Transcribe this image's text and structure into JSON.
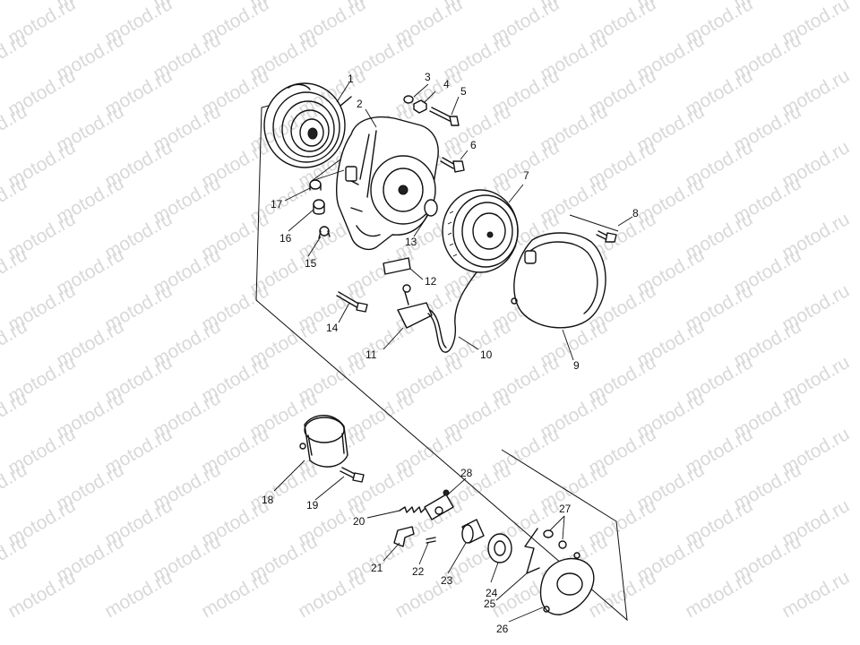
{
  "watermark": {
    "text": "motod.ru"
  },
  "parts": [
    {
      "id": "1",
      "label": "1"
    },
    {
      "id": "2",
      "label": "2"
    },
    {
      "id": "3",
      "label": "3"
    },
    {
      "id": "4",
      "label": "4"
    },
    {
      "id": "5",
      "label": "5"
    },
    {
      "id": "6",
      "label": "6"
    },
    {
      "id": "7",
      "label": "7"
    },
    {
      "id": "8",
      "label": "8"
    },
    {
      "id": "9",
      "label": "9"
    },
    {
      "id": "10",
      "label": "10"
    },
    {
      "id": "11",
      "label": "11"
    },
    {
      "id": "12",
      "label": "12"
    },
    {
      "id": "13",
      "label": "13"
    },
    {
      "id": "14",
      "label": "14"
    },
    {
      "id": "15",
      "label": "15"
    },
    {
      "id": "16",
      "label": "16"
    },
    {
      "id": "17",
      "label": "17"
    },
    {
      "id": "18",
      "label": "18"
    },
    {
      "id": "19",
      "label": "19"
    },
    {
      "id": "20",
      "label": "20"
    },
    {
      "id": "21",
      "label": "21"
    },
    {
      "id": "22",
      "label": "22"
    },
    {
      "id": "23",
      "label": "23"
    },
    {
      "id": "24",
      "label": "24"
    },
    {
      "id": "25",
      "label": "25"
    },
    {
      "id": "26",
      "label": "26"
    },
    {
      "id": "27",
      "label": "27"
    },
    {
      "id": "28",
      "label": "28"
    }
  ]
}
